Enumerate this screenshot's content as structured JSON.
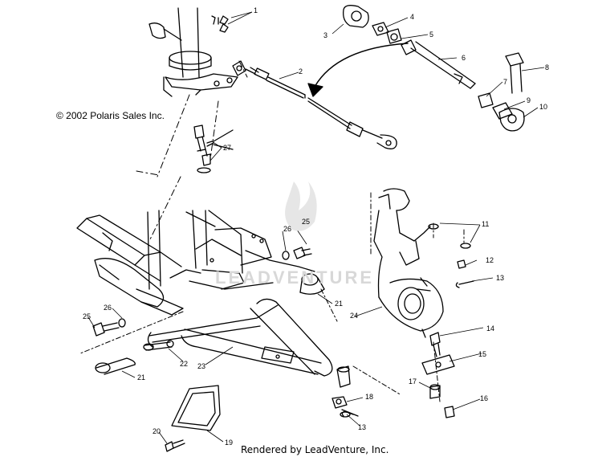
{
  "copyright": "© 2002 Polaris Sales Inc.",
  "footer": "Rendered by LeadVenture, Inc.",
  "watermark": "LEADVENTURE",
  "callouts": [
    "1",
    "2",
    "3",
    "4",
    "5",
    "6",
    "7",
    "8",
    "9",
    "10",
    "11",
    "12",
    "13",
    "13",
    "14",
    "15",
    "16",
    "17",
    "18",
    "19",
    "20",
    "21",
    "21",
    "22",
    "23",
    "24",
    "25",
    "25",
    "26",
    "26",
    "27"
  ]
}
